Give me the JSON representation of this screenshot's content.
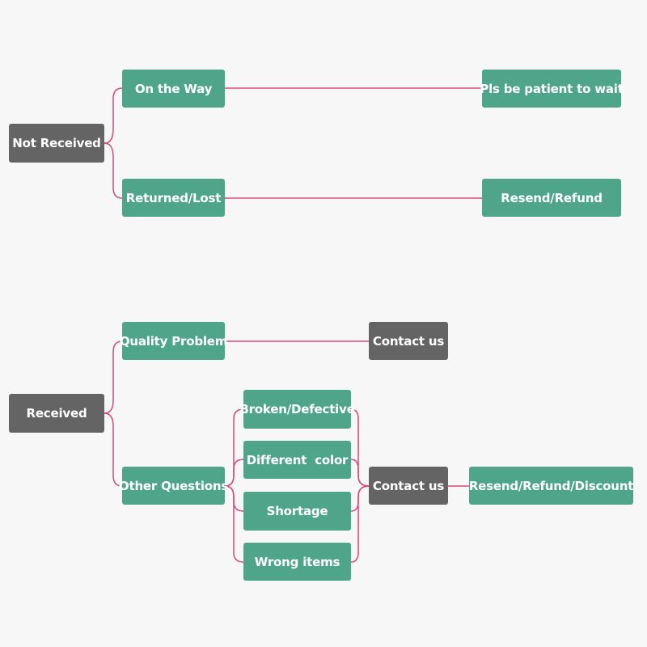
{
  "colors": {
    "background": "#f7f7f7",
    "green_node": "#4ea58a",
    "gray_node": "#646464",
    "connector": "#d6487d",
    "text": "#ffffff"
  },
  "top_tree": {
    "root": "Not Received",
    "branch_1": "On the Way",
    "branch_1_result": "Pls be patient to wait",
    "branch_2": "Returned/Lost",
    "branch_2_result": "Resend/Refund"
  },
  "bottom_tree": {
    "root": "Received",
    "branch_1": "Quality Problem",
    "branch_1_result": "Contact us",
    "branch_2": "Other Questions",
    "sub_items": [
      "Broken/Defective",
      "Different  color",
      "Shortage",
      "Wrong items"
    ],
    "sub_result": "Contact us",
    "final_result": "Resend/Refund/Discount"
  }
}
